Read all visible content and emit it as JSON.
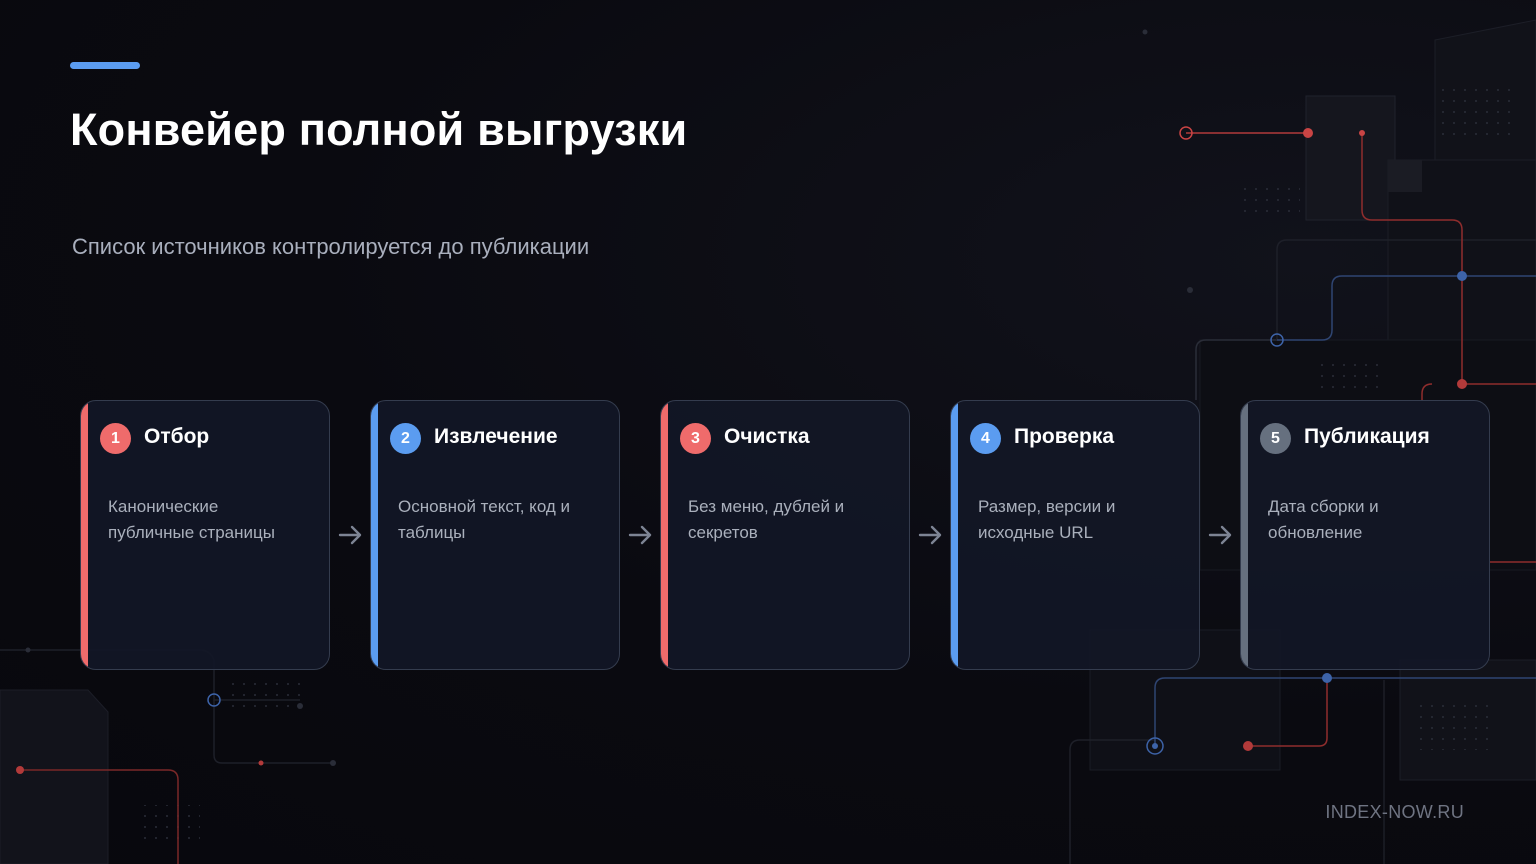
{
  "slide": {
    "title": "Конвейер полной выгрузки",
    "subtitle": "Список источников контролируется до публикации",
    "footer": "INDEX-NOW.RU"
  },
  "colors": {
    "accent_blue": "#5b9cf0",
    "accent_red": "#ef6b6b",
    "accent_gray": "#66707f",
    "background": "#0a0a10"
  },
  "steps": [
    {
      "num": "1",
      "title": "Отбор",
      "desc": "Канонические публичные страницы",
      "color": "red"
    },
    {
      "num": "2",
      "title": "Извлечение",
      "desc": "Основной текст, код и таблицы",
      "color": "blue"
    },
    {
      "num": "3",
      "title": "Очистка",
      "desc": "Без меню, дублей и секретов",
      "color": "red"
    },
    {
      "num": "4",
      "title": "Проверка",
      "desc": "Размер, версии и исходные URL",
      "color": "blue"
    },
    {
      "num": "5",
      "title": "Публикация",
      "desc": "Дата сборки и обновление",
      "color": "gray"
    }
  ],
  "icons": {
    "arrow": "arrow-right-icon"
  }
}
